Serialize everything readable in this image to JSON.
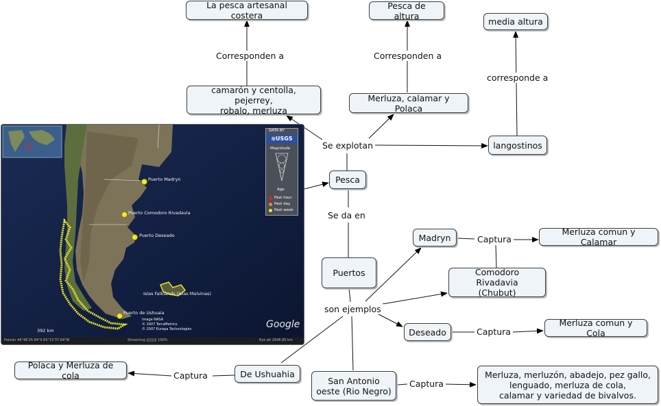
{
  "nodes": {
    "pesca_artesanal": "La pesca artesanal costera",
    "pesca_altura": "Pesca de altura",
    "media_altura": "media altura",
    "camaron": "camarón y centolla, pejerrey,\nrobalo, merluza",
    "merluza_calamar_polaca": "Merluza, calamar y Polaca",
    "langostinos": "langostinos",
    "pesca": "Pesca",
    "puertos": "Puertos",
    "madryn": "Madryn",
    "merluza_comun_calamar": "Merluza comun y Calamar",
    "comodoro": "Comodoro Rivadavia\n(Chubut)",
    "deseado": "Deseado",
    "merluza_comun_cola": "Merluza comun y Cola",
    "ushuahia": "De Ushuahia",
    "polaca_merluza_cola": "Polaca y Merluza de cola",
    "san_antonio": "San Antonio\noeste (Rio Negro)",
    "variedad": "Merluza, merluzón, abadejo, pez gallo,\nlenguado, merluza de cola,\ncalamar y variedad de bivalvos."
  },
  "links": {
    "corresponden_1": "Corresponden a",
    "corresponden_2": "Corresponden a",
    "corresponde": "corresponde a",
    "se_explotan": "Se explotan",
    "se_da_en": "Se da en",
    "son_ejemplos": "son ejemplos",
    "captura_madryn": "Captura",
    "captura_deseado": "Captura",
    "captura_ushuahia": "Captura",
    "captura_san_antonio": "Captura"
  },
  "map": {
    "data_by": "DATA BY",
    "usgs": "≋USGS",
    "magnitude": "Magnitude",
    "age": "Age",
    "legend": [
      "Past hour",
      "Past day",
      "Past week"
    ],
    "legend_colors": [
      "#e0221a",
      "#f08a1c",
      "#f2ea2c"
    ],
    "places": {
      "madryn": "Puerto Madryn",
      "comodoro": "Puerto Comodoro Rivadavia",
      "deseado": "Puerto Deseado",
      "malvinas": "Islas Falklands (Islas Malvinas)",
      "ushuaia": "Puerto de Ushuaia"
    },
    "credits": "Image NASA\n© 2007 TerraMetrics\n© 2007 Europa Technologies",
    "scale": "392 km",
    "google": "Google",
    "status_left": "Pointer 46°46'25.84\"S  63°15'37.64\"W",
    "status_mid": "Streaming ||||||||| 100%",
    "status_right": "Eye alt 2646.85 km"
  }
}
